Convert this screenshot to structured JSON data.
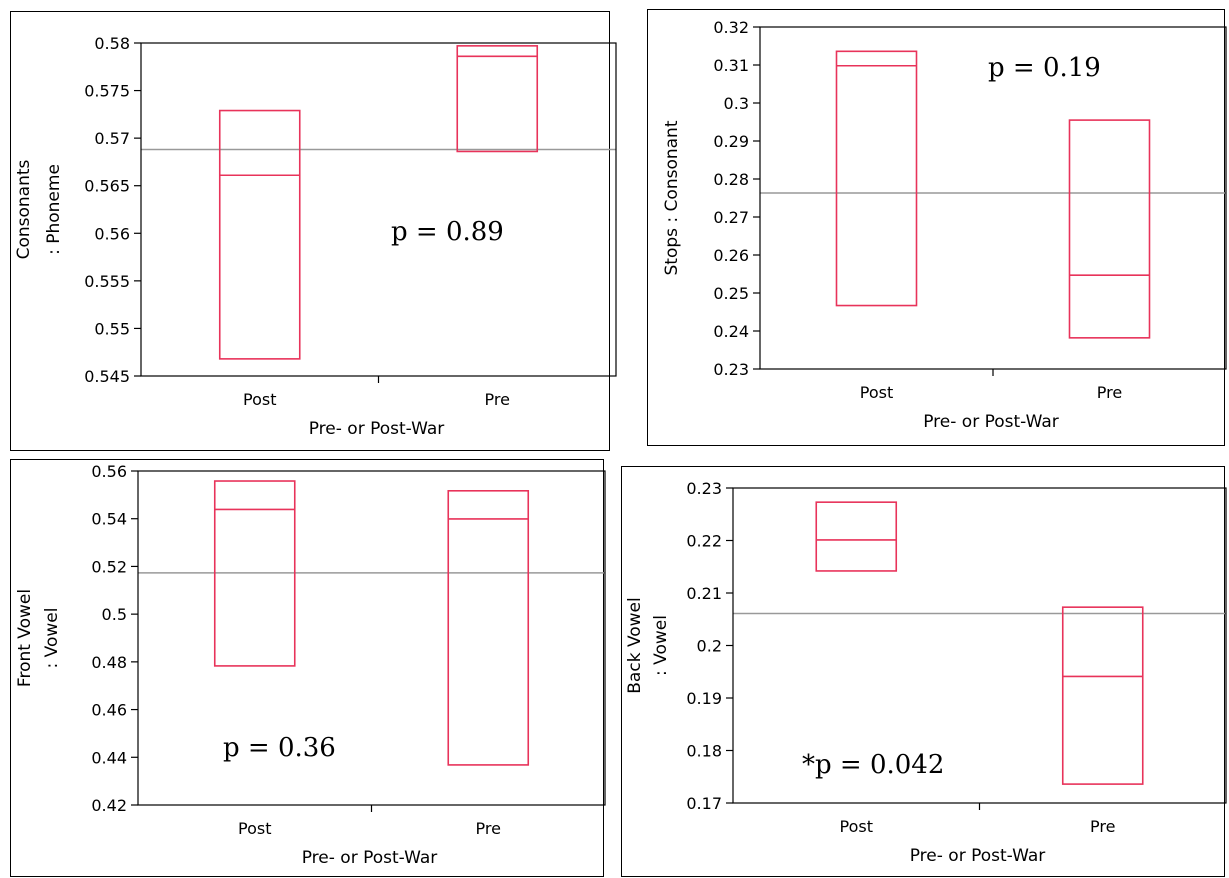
{
  "colors": {
    "box": "#e8335a",
    "mean_line": "#999999",
    "frame": "#000000"
  },
  "chart_data": [
    {
      "type": "box",
      "ylabel_lines": [
        "Consonants",
        ": Phoneme"
      ],
      "xlabel": "Pre- or Post-War",
      "categories": [
        "Post",
        "Pre"
      ],
      "ylim": [
        0.545,
        0.58
      ],
      "yticks": [
        0.545,
        0.55,
        0.555,
        0.56,
        0.565,
        0.57,
        0.575,
        0.58
      ],
      "ytick_labels": [
        "0.545",
        "0.55",
        "0.555",
        "0.56",
        "0.565",
        "0.57",
        "0.575",
        "0.58"
      ],
      "boxes": [
        {
          "low": 0.5468,
          "median": 0.5661,
          "high": 0.5729
        },
        {
          "low": 0.5686,
          "median": 0.5786,
          "high": 0.5797
        }
      ],
      "mean_line": 0.5688,
      "annotation": "p = 0.89"
    },
    {
      "type": "box",
      "ylabel_lines": [
        "Stops : Consonant"
      ],
      "xlabel": "Pre- or Post-War",
      "categories": [
        "Post",
        "Pre"
      ],
      "ylim": [
        0.23,
        0.32
      ],
      "yticks": [
        0.23,
        0.24,
        0.25,
        0.26,
        0.27,
        0.28,
        0.29,
        0.3,
        0.31,
        0.32
      ],
      "ytick_labels": [
        "0.23",
        "0.24",
        "0.25",
        "0.26",
        "0.27",
        "0.28",
        "0.29",
        "0.3",
        "0.31",
        "0.32"
      ],
      "boxes": [
        {
          "low": 0.2467,
          "median": 0.3098,
          "high": 0.3136
        },
        {
          "low": 0.2382,
          "median": 0.2547,
          "high": 0.2955
        }
      ],
      "mean_line": 0.2763,
      "annotation": "p = 0.19"
    },
    {
      "type": "box",
      "ylabel_lines": [
        "Front Vowel",
        ": Vowel"
      ],
      "xlabel": "Pre- or Post-War",
      "categories": [
        "Post",
        "Pre"
      ],
      "ylim": [
        0.42,
        0.56
      ],
      "yticks": [
        0.42,
        0.44,
        0.46,
        0.48,
        0.5,
        0.52,
        0.54,
        0.56
      ],
      "ytick_labels": [
        "0.42",
        "0.44",
        "0.46",
        "0.48",
        "0.5",
        "0.52",
        "0.54",
        "0.56"
      ],
      "boxes": [
        {
          "low": 0.4783,
          "median": 0.5439,
          "high": 0.5558
        },
        {
          "low": 0.4368,
          "median": 0.5399,
          "high": 0.5517
        }
      ],
      "mean_line": 0.5173,
      "annotation": "p = 0.36"
    },
    {
      "type": "box",
      "ylabel_lines": [
        "Back Vowel",
        ": Vowel"
      ],
      "xlabel": "Pre- or Post-War",
      "categories": [
        "Post",
        "Pre"
      ],
      "ylim": [
        0.17,
        0.23
      ],
      "yticks": [
        0.17,
        0.18,
        0.19,
        0.2,
        0.21,
        0.22,
        0.23
      ],
      "ytick_labels": [
        "0.17",
        "0.18",
        "0.19",
        "0.2",
        "0.21",
        "0.22",
        "0.23"
      ],
      "boxes": [
        {
          "low": 0.2142,
          "median": 0.2201,
          "high": 0.2273
        },
        {
          "low": 0.1736,
          "median": 0.1941,
          "high": 0.2073
        }
      ],
      "mean_line": 0.2061,
      "annotation": "*p = 0.042"
    }
  ]
}
